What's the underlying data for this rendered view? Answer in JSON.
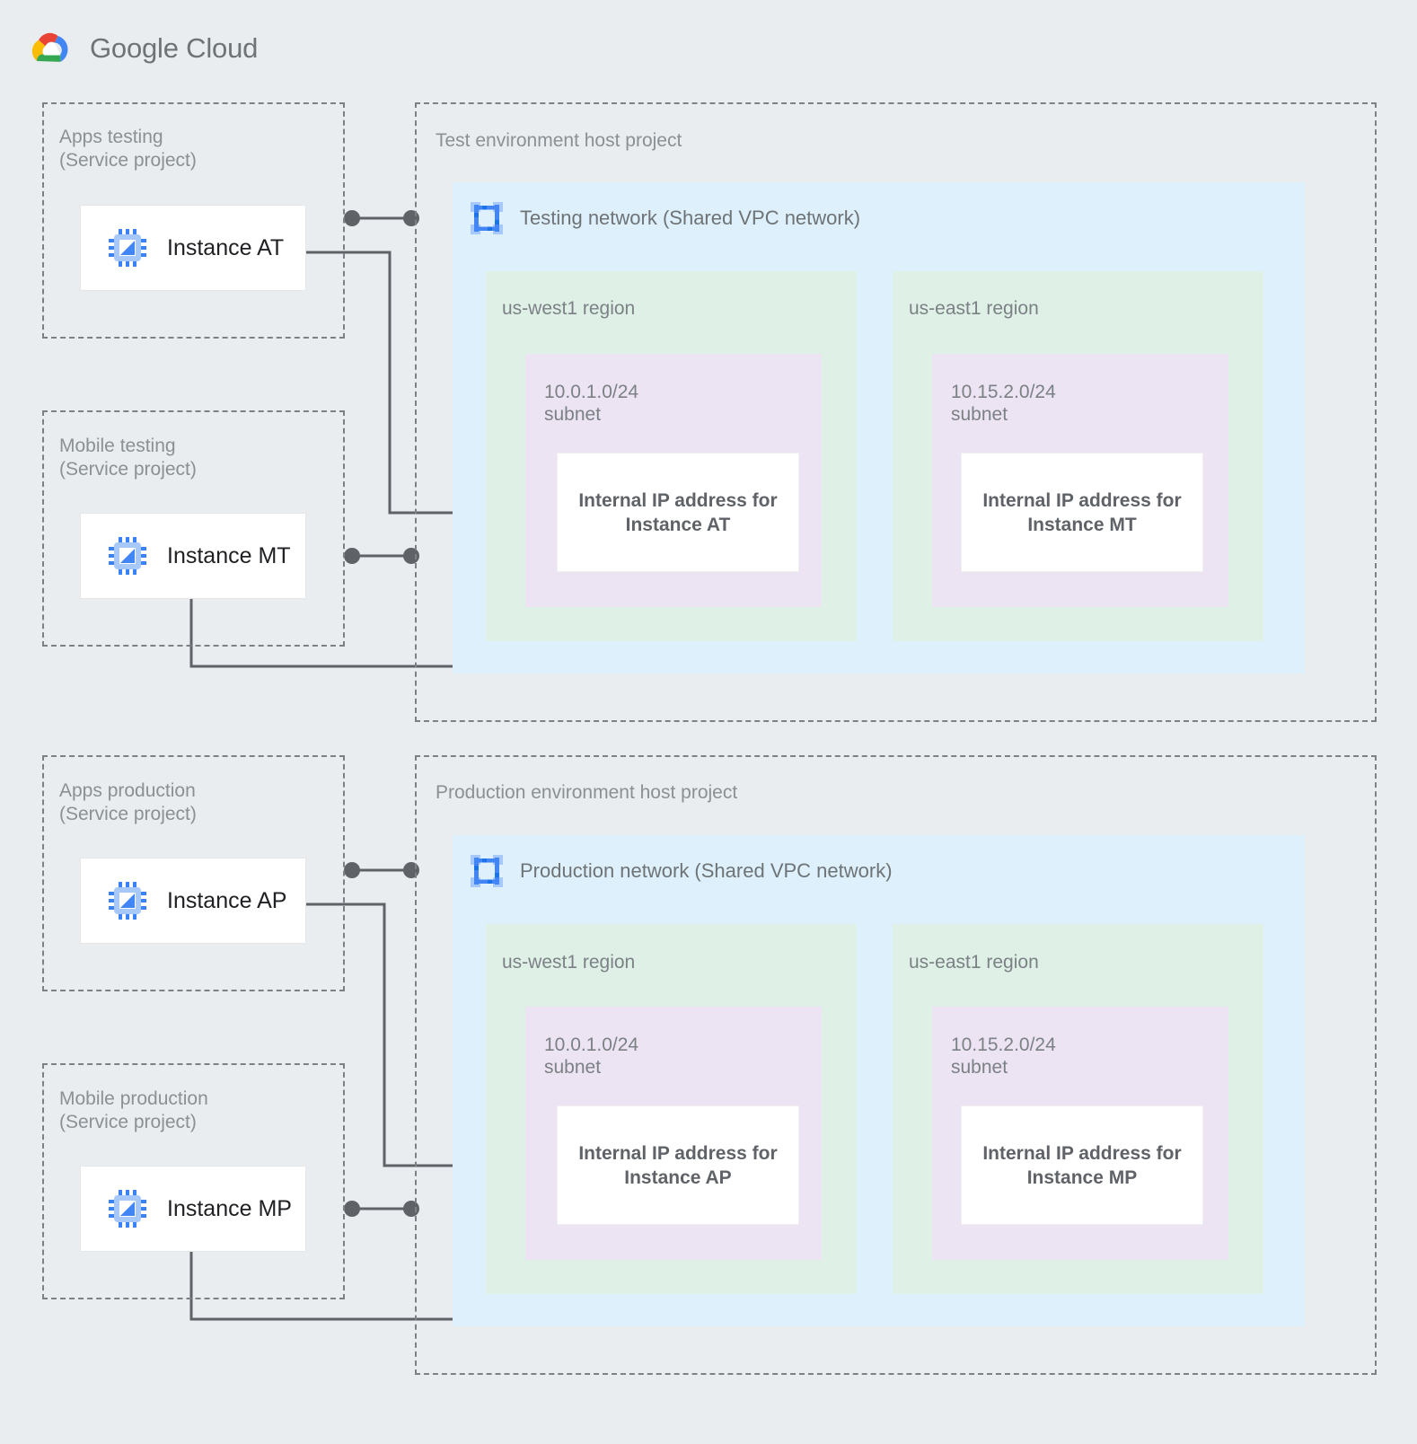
{
  "brand": {
    "name_bold": "Google",
    "name_light": " Cloud",
    "logo_icon": "google-cloud-logo",
    "colors": {
      "red": "#ea4335",
      "blue": "#4285f4",
      "yellow": "#fbbc04",
      "green": "#34a853"
    }
  },
  "theme": {
    "page_background": "#e9edef",
    "dashed_border": "#7b8184",
    "vpc_panel": "#def0fb",
    "region_panel": "#dff0e7",
    "subnet_panel": "#ece3f3",
    "card_white": "#ffffff",
    "label_gray": "#8a9094",
    "text_dark": "#202124",
    "connector": "#5f6368",
    "icon_blue": "#4285f4",
    "icon_blue_light": "#a6c8fa"
  },
  "service_projects": [
    {
      "id": "apps-testing",
      "title": "Apps testing\n(Service project)",
      "instance": {
        "label": "Instance AT",
        "icon": "cpu-icon"
      }
    },
    {
      "id": "mobile-testing",
      "title": "Mobile testing\n(Service project)",
      "instance": {
        "label": "Instance MT",
        "icon": "cpu-icon"
      }
    },
    {
      "id": "apps-production",
      "title": "Apps production\n(Service project)",
      "instance": {
        "label": "Instance AP",
        "icon": "cpu-icon"
      }
    },
    {
      "id": "mobile-production",
      "title": "Mobile production\n(Service project)",
      "instance": {
        "label": "Instance MP",
        "icon": "cpu-icon"
      }
    }
  ],
  "host_projects": [
    {
      "id": "test-host-project",
      "title": "Test environment host project",
      "network": {
        "title": "Testing network (Shared VPC network)",
        "icon": "vpc-network-icon"
      },
      "regions": [
        {
          "id": "test-us-west1",
          "label": "us-west1 region",
          "subnet": {
            "label": "10.0.1.0/24\nsubnet",
            "ip_card": "Internal IP address for\nInstance AT"
          }
        },
        {
          "id": "test-us-east1",
          "label": "us-east1 region",
          "subnet": {
            "label": "10.15.2.0/24\nsubnet",
            "ip_card": "Internal IP address for\nInstance MT"
          }
        }
      ]
    },
    {
      "id": "production-host-project",
      "title": "Production environment host project",
      "network": {
        "title": "Production network (Shared VPC network)",
        "icon": "vpc-network-icon"
      },
      "regions": [
        {
          "id": "prod-us-west1",
          "label": "us-west1 region",
          "subnet": {
            "label": "10.0.1.0/24\nsubnet",
            "ip_card": "Internal IP address for\nInstance AP"
          }
        },
        {
          "id": "prod-us-east1",
          "label": "us-east1 region",
          "subnet": {
            "label": "10.15.2.0/24\nsubnet",
            "ip_card": "Internal IP address for\nInstance MP"
          }
        }
      ]
    }
  ],
  "connectors": [
    {
      "id": "at-boundary",
      "from": "apps-testing",
      "to": "test-host-project"
    },
    {
      "id": "at-to-ip",
      "from": "Instance AT",
      "to": "Internal IP address for Instance AT"
    },
    {
      "id": "mt-boundary",
      "from": "mobile-testing",
      "to": "test-host-project"
    },
    {
      "id": "mt-to-ip",
      "from": "Instance MT",
      "to": "Internal IP address for Instance MT"
    },
    {
      "id": "ap-boundary",
      "from": "apps-production",
      "to": "production-host-project"
    },
    {
      "id": "ap-to-ip",
      "from": "Instance AP",
      "to": "Internal IP address for Instance AP"
    },
    {
      "id": "mp-boundary",
      "from": "mobile-production",
      "to": "production-host-project"
    },
    {
      "id": "mp-to-ip",
      "from": "Instance MP",
      "to": "Internal IP address for Instance MP"
    }
  ]
}
